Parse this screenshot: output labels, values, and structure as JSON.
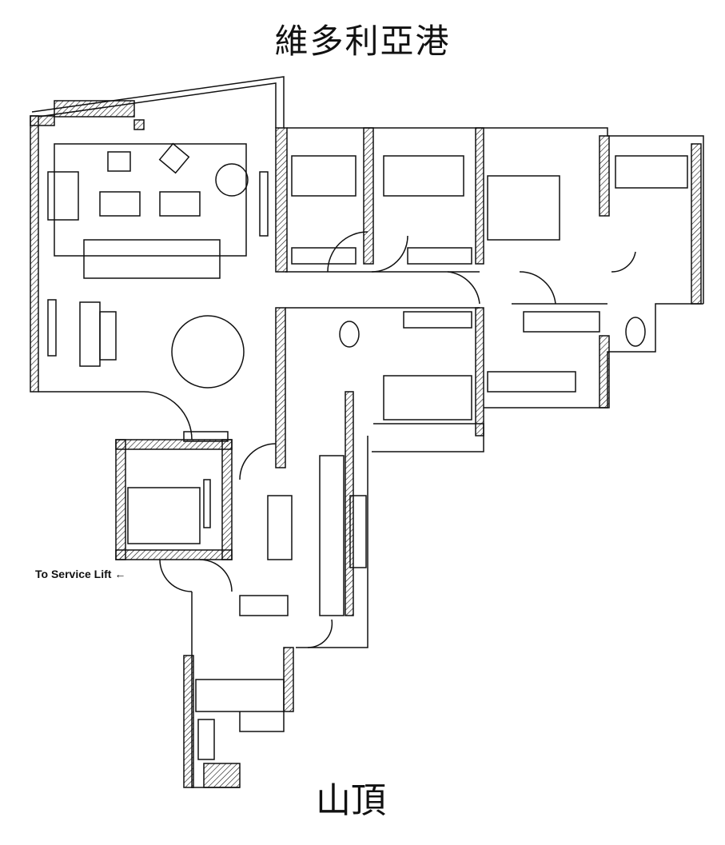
{
  "labels": {
    "north_view": "維多利亞港",
    "south_view": "山頂",
    "service_lift": "To Service Lift",
    "service_lift_arrow": "←"
  },
  "colors": {
    "ink": "#111111",
    "background": "#ffffff"
  }
}
